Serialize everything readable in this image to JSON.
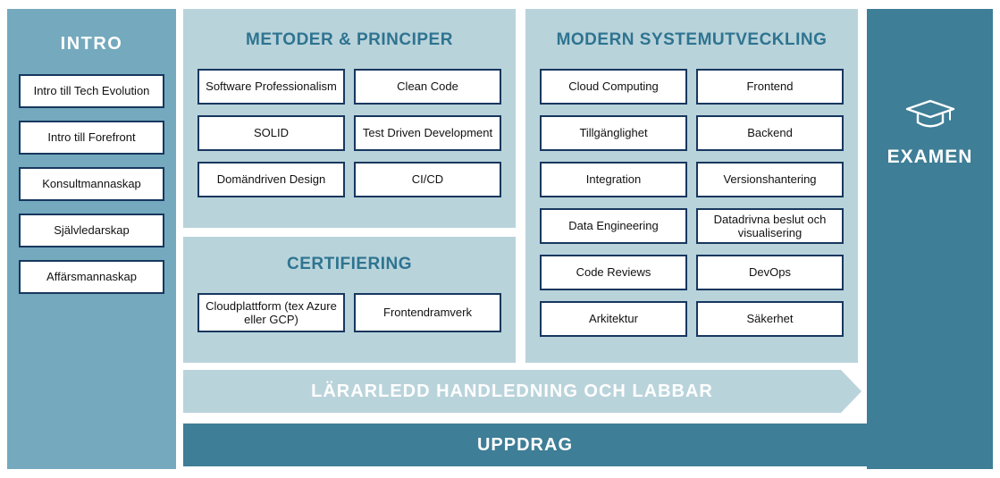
{
  "colors": {
    "intro_column_bg": "#74a9be",
    "panel_bg": "#b9d3db",
    "dark_teal": "#3e7e96",
    "box_border": "#17375e",
    "panel_title_text": "#2e7490",
    "banner_text": "#ffffff"
  },
  "intro": {
    "title": "INTRO",
    "items": [
      "Intro till Tech Evolution",
      "Intro till Forefront",
      "Konsultmannaskap",
      "Självledarskap",
      "Affärsmannaskap"
    ]
  },
  "metoder": {
    "title": "METODER & PRINCIPER",
    "items": [
      "Software Professionalism",
      "Clean Code",
      "SOLID",
      "Test Driven Development",
      "Domändriven Design",
      "CI/CD"
    ]
  },
  "certifiering": {
    "title": "CERTIFIERING",
    "items": [
      "Cloudplattform (tex Azure eller GCP)",
      "Frontendramverk"
    ]
  },
  "modern": {
    "title": "MODERN SYSTEMUTVECKLING",
    "items": [
      "Cloud Computing",
      "Frontend",
      "Tillgänglighet",
      "Backend",
      "Integration",
      "Versionshantering",
      "Data Engineering",
      "Datadrivna beslut och visualisering",
      "Code Reviews",
      "DevOps",
      "Arkitektur",
      "Säkerhet"
    ]
  },
  "examen": {
    "title": "EXAMEN",
    "icon": "graduation-cap-icon"
  },
  "banners": {
    "handledning": "LÄRARLEDD HANDLEDNING OCH LABBAR",
    "uppdrag": "UPPDRAG"
  }
}
